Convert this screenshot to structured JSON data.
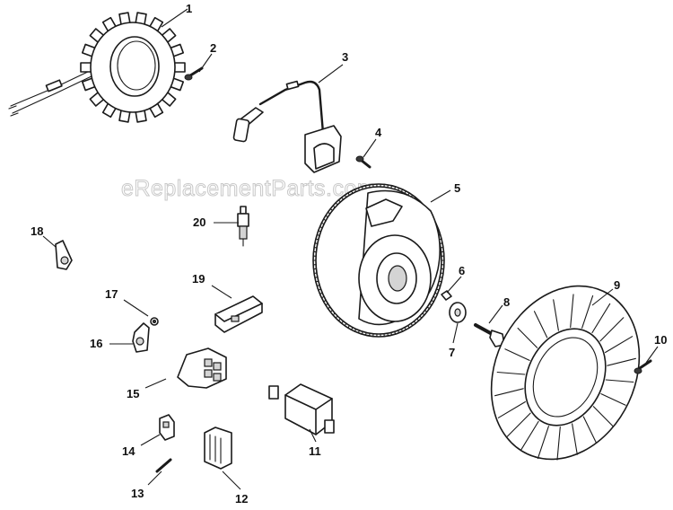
{
  "watermark": "eReplacementParts.com",
  "callouts": [
    "1",
    "2",
    "3",
    "4",
    "5",
    "6",
    "7",
    "8",
    "9",
    "10",
    "11",
    "12",
    "13",
    "14",
    "15",
    "16",
    "17",
    "18",
    "19",
    "20"
  ],
  "colors": {
    "line": "#1a1a1a",
    "fill": "#ffffff",
    "shade": "#d4d4d4",
    "watermark": "#c9c9c9"
  }
}
